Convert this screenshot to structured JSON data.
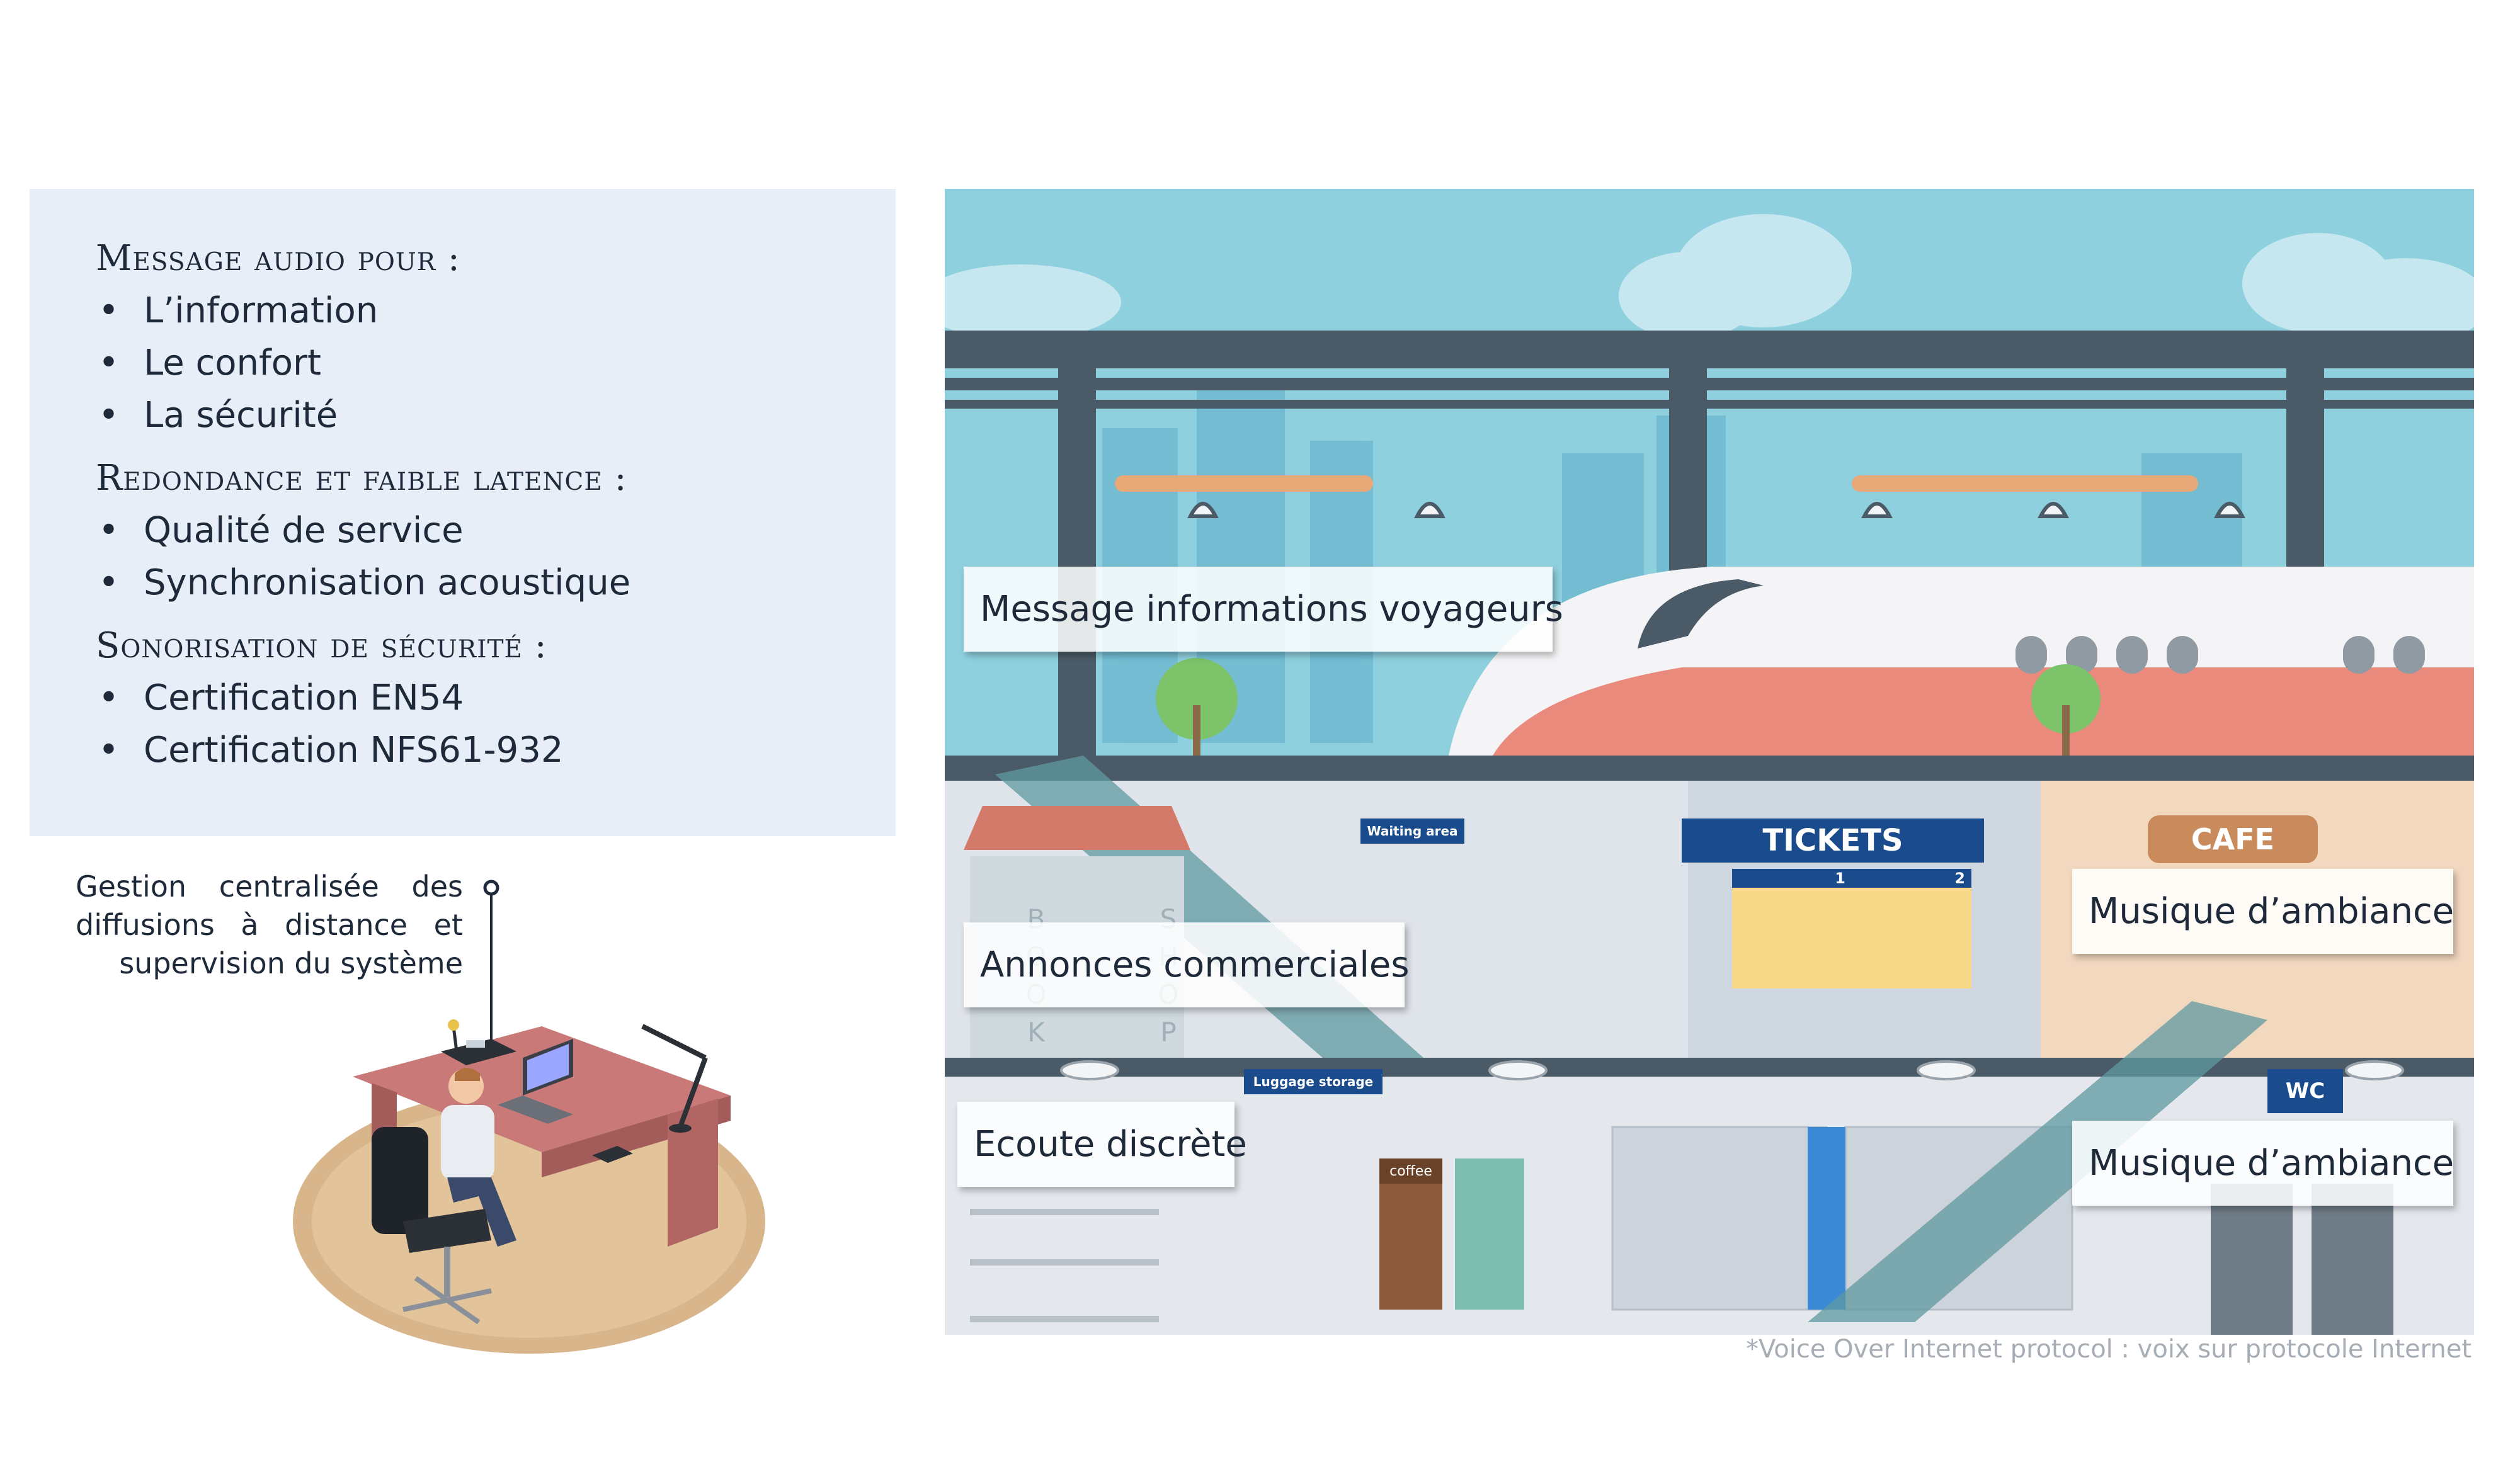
{
  "sections": [
    {
      "heading": "Message audio pour :",
      "items": [
        "L’information",
        "Le confort",
        "La sécurité"
      ]
    },
    {
      "heading": "Redondance et faible latence :",
      "items": [
        "Qualité de service",
        "Synchronisation acoustique"
      ]
    },
    {
      "heading": "Sonorisation de sécurité :",
      "items": [
        "Certification EN54",
        "Certification NFS61-932"
      ]
    }
  ],
  "bullet": "•",
  "caption": "Gestion centralisée des diffusions à distance et supervision du système",
  "scene": {
    "labels": {
      "voyageurs": "Message informations voyageurs",
      "commerciales": "Annonces commerciales",
      "ecoute": "Ecoute discrète",
      "ambiance_cafe": "Musique d’ambiance",
      "ambiance_wc": "Musique d’ambiance"
    },
    "signs": {
      "tickets": "TICKETS",
      "cafe": "CAFE",
      "waiting": "Waiting area",
      "luggage": "Luggage storage",
      "wc": "WC",
      "coffee": "coffee",
      "counter1": "1",
      "counter2": "2",
      "shop": [
        "B",
        "O",
        "O",
        "K",
        "S",
        "H",
        "O",
        "P"
      ]
    }
  },
  "footnote": "*Voice Over Internet protocol : voix sur protocole Internet",
  "colors": {
    "panel_bg": "#e8eef8",
    "sky": "#8fd0df",
    "steel": "#4a5a66",
    "sign_blue": "#1a4b8c",
    "train_red": "#e98a7c",
    "cafe_brown": "#c98a5c"
  }
}
